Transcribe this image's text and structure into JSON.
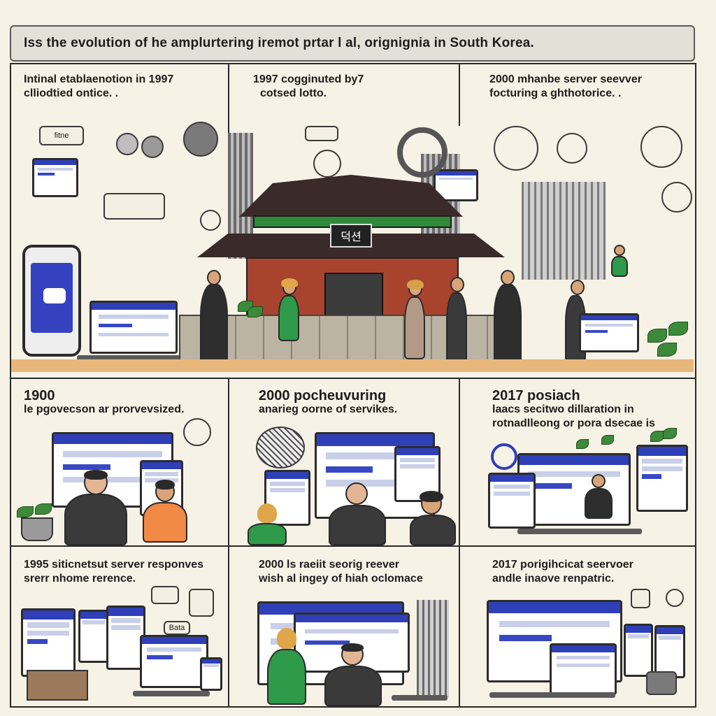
{
  "title": "Iss the evolution of he amplurtering iremot prtar l al, orignignia in South Korea.",
  "panels": {
    "p1": {
      "line1": "Intinal etablaenotion in 1997",
      "line2": "clliodtied ontice. ."
    },
    "p2": {
      "line1": "1997 cogginuted by7",
      "line2": "cotsed lotto."
    },
    "p3": {
      "line1": "2000 mhanbe server seevver",
      "line2": "focturing a ghthotorice. ."
    },
    "p4": {
      "year": "1900",
      "line2": "le pgovecson ar prorvevsized."
    },
    "p5": {
      "year": "2000 pocheuvuring",
      "line2": "anarieg oorne of servikes."
    },
    "p6": {
      "year": "2017 posiach",
      "line2": "laacs secitwo dillaration in",
      "line3": "rotnadlleong or pora dsecae is"
    },
    "p7": {
      "line1": "1995 siticnetsut server responves",
      "line2": "srerr nhome rerence."
    },
    "p8": {
      "line1": "2000 ls raeiit seorig reever",
      "line2": "wish al ingey of hiah oclomace"
    },
    "p9": {
      "line1": "2017 porigihcicat seervoer",
      "line2": "andle inaove renpatric."
    }
  },
  "labels": {
    "tag1": "fitne",
    "tag2": "Bata",
    "sign": "덕션"
  },
  "colors": {
    "accent_blue": "#2f3fb8",
    "panel_bg": "#f9f5ea",
    "roof_red": "#b8402c",
    "green": "#3c8a3a"
  }
}
